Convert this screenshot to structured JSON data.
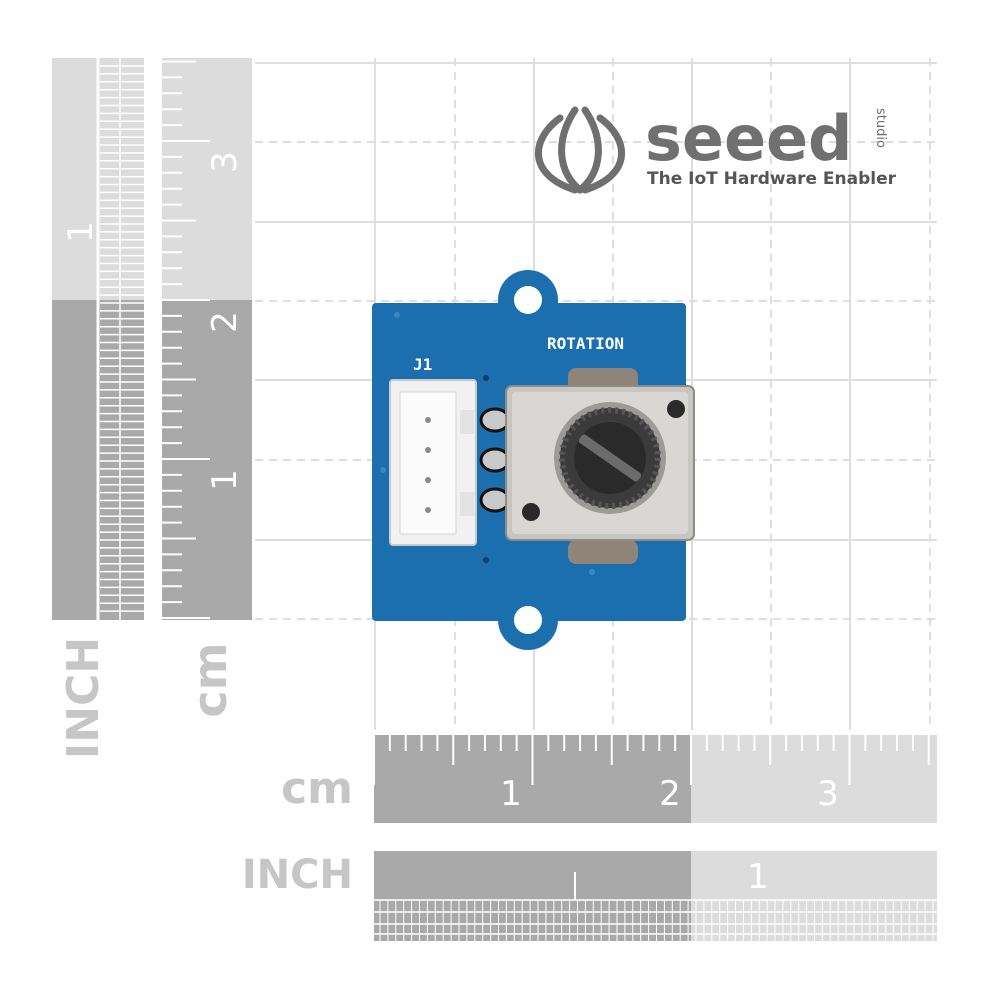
{
  "brand": {
    "name": "seeed",
    "studio": "studio",
    "tagline": "The IoT Hardware Enabler"
  },
  "board": {
    "label": "ROTATION",
    "connector_label": "J1"
  },
  "rulers": {
    "vertical_inch": {
      "unit": "INCH",
      "numbers": [
        "1"
      ]
    },
    "vertical_cm": {
      "unit": "cm",
      "numbers": [
        "3",
        "2",
        "1"
      ]
    },
    "horizontal_cm": {
      "unit": "cm",
      "numbers": [
        "1",
        "2",
        "3"
      ]
    },
    "horizontal_inch": {
      "unit": "INCH",
      "numbers": [
        "1"
      ]
    }
  },
  "colors": {
    "pcb": "#1b6fae",
    "ruler_dark": "#a9a9a9",
    "ruler_light": "#dcdcdc",
    "grid": "#dddddd",
    "label_gray": "#c6c6c6"
  }
}
